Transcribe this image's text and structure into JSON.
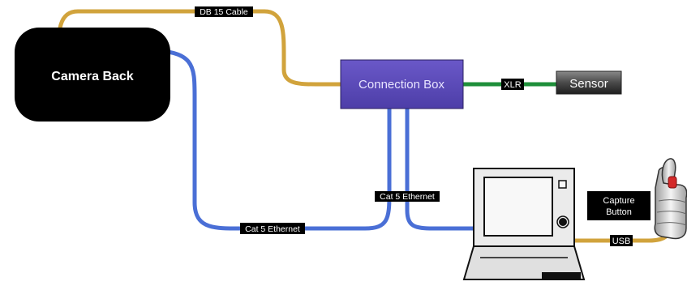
{
  "nodes": {
    "camera_back": {
      "label": "Camera Back",
      "color": "#000000"
    },
    "connection_box": {
      "label": "Connection Box",
      "color": "#5c4ab8"
    },
    "sensor": {
      "label": "Sensor"
    },
    "laptop": {
      "label": ""
    },
    "capture_button": {
      "label_line1": "Capture",
      "label_line2": "Button"
    }
  },
  "cables": {
    "db15": {
      "label": "DB 15 Cable",
      "color": "#d1a33c"
    },
    "cat5_camera": {
      "label": "Cat 5 Ethernet",
      "color": "#4a6fd6"
    },
    "cat5_laptop": {
      "label": "Cat 5 Ethernet",
      "color": "#4a6fd6"
    },
    "xlr": {
      "label": "XLR",
      "color": "#1f8f3a"
    },
    "usb": {
      "label": "USB",
      "color": "#d1a33c"
    }
  }
}
